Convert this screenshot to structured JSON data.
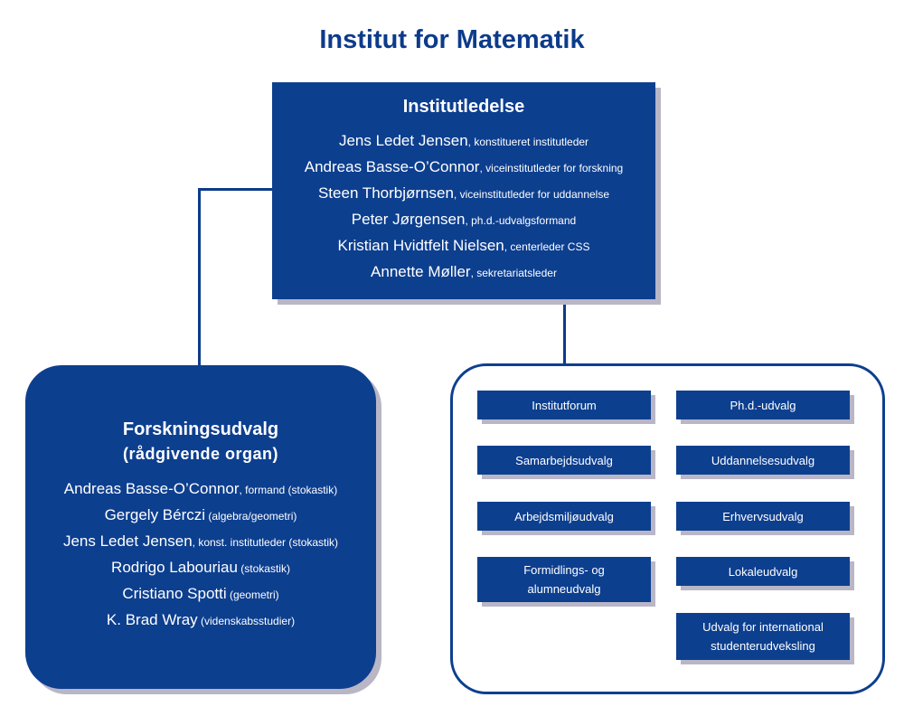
{
  "title": "Institut for Matematik",
  "leadership": {
    "heading": "Institutledelse",
    "members": [
      {
        "name": "Jens Ledet Jensen",
        "role": ", konstitueret institutleder"
      },
      {
        "name": "Andreas Basse-O’Connor",
        "role": ", viceinstitutleder for forskning"
      },
      {
        "name": "Steen Thorbjørnsen",
        "role": ", viceinstitutleder for uddannelse"
      },
      {
        "name": "Peter Jørgensen",
        "role": ", ph.d.-udvalgsformand"
      },
      {
        "name": "Kristian Hvidtfelt Nielsen",
        "role": ", centerleder CSS"
      },
      {
        "name": "Annette Møller",
        "role": ", sekretariatsleder"
      }
    ]
  },
  "research_committee": {
    "heading": "Forskningsudvalg",
    "subheading": "(rådgivende  organ)",
    "members": [
      {
        "name": "Andreas Basse-O’Connor",
        "role": ", formand (stokastik)"
      },
      {
        "name": "Gergely  Bérczi",
        "role": "  (algebra/geometri)"
      },
      {
        "name": "Jens Ledet Jensen",
        "role": ", konst. institutleder (stokastik)"
      },
      {
        "name": "Rodrigo  Labouriau",
        "role": "  (stokastik)"
      },
      {
        "name": "Cristiano  Spotti",
        "role": "  (geometri)"
      },
      {
        "name": "K.  Brad  Wray",
        "role": "  (videnskabsstudier)"
      }
    ]
  },
  "committees": [
    {
      "label": "Institutforum"
    },
    {
      "label": "Ph.d.-udvalg"
    },
    {
      "label": "Samarbejdsudvalg"
    },
    {
      "label": "Uddannelsesudvalg"
    },
    {
      "label": "Arbejdsmiljøudvalg"
    },
    {
      "label": "Erhvervsudvalg"
    },
    {
      "label": "Formidlings- og",
      "label2": "alumneudvalg"
    },
    {
      "label": "Lokaleudvalg"
    },
    {
      "label": "Udvalg for international",
      "label2": "studenterudveksling"
    }
  ]
}
